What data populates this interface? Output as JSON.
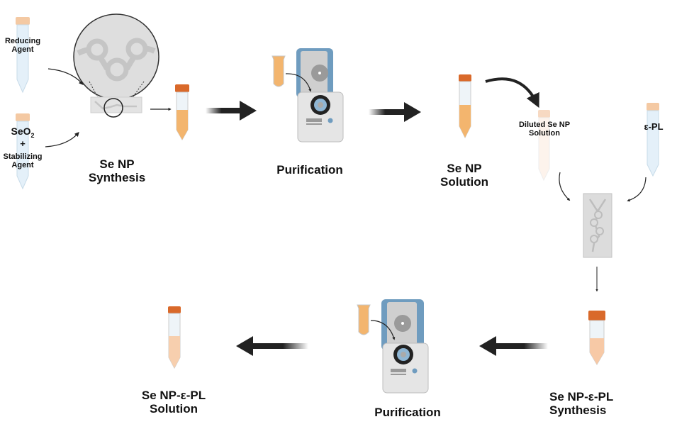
{
  "labels": {
    "reducing_agent": [
      "Reducing",
      "Agent"
    ],
    "seo2": {
      "base": "SeO",
      "sub": "2"
    },
    "plus": "+",
    "stabilizing_agent": [
      "Stabilizing",
      "Agent"
    ],
    "se_np_synthesis": [
      "Se NP",
      "Synthesis"
    ],
    "purification_1": "Purification",
    "se_np_solution": [
      "Se NP",
      "Solution"
    ],
    "diluted_se_np_solution": [
      "Diluted Se NP",
      "Solution"
    ],
    "epsilon_pl": "ε-PL",
    "se_np_epl_synthesis": [
      "Se NP-ε-PL",
      "Synthesis"
    ],
    "purification_2": "Purification",
    "se_np_epl_solution": [
      "Se NP-ε-PL",
      "Solution"
    ]
  },
  "colors": {
    "orange_cap": "#d9692a",
    "orange_liquid": "#f3b56e",
    "peach_liquid": "#f7c9a6",
    "light_cap": "#f4c9a3",
    "blue_liquid": "#dcebf6",
    "centrifuge_blue": "#6f9cbf",
    "chip_gray": "#d9d9d9",
    "arrow": "#222222"
  }
}
